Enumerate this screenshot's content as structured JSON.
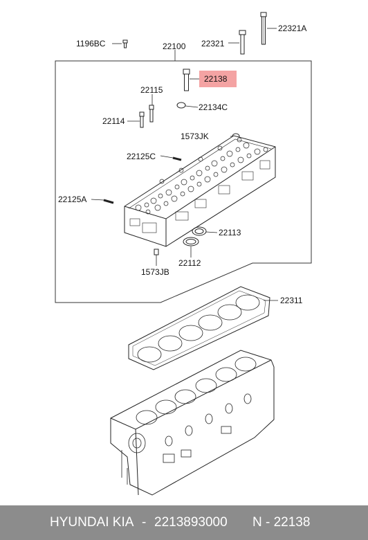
{
  "labels": {
    "p22321A": "22321A",
    "p1196BC": "1196BC",
    "p22321": "22321",
    "p22100": "22100",
    "p22138": "22138",
    "p22115": "22115",
    "p22134C": "22134C",
    "p22114": "22114",
    "p1573JK": "1573JK",
    "p22125C": "22125C",
    "p22125A": "22125A",
    "p22113": "22113",
    "p22112": "22112",
    "p1573JB": "1573JB",
    "p22311": "22311"
  },
  "highlighted_part": "22138",
  "highlight_color": "#f4a3a3",
  "footer": {
    "brand": "HYUNDAI  KIA",
    "separator": "-",
    "part_number": "2213893000",
    "ref": "N - 22138"
  },
  "footer_color": "#8c8c8c"
}
